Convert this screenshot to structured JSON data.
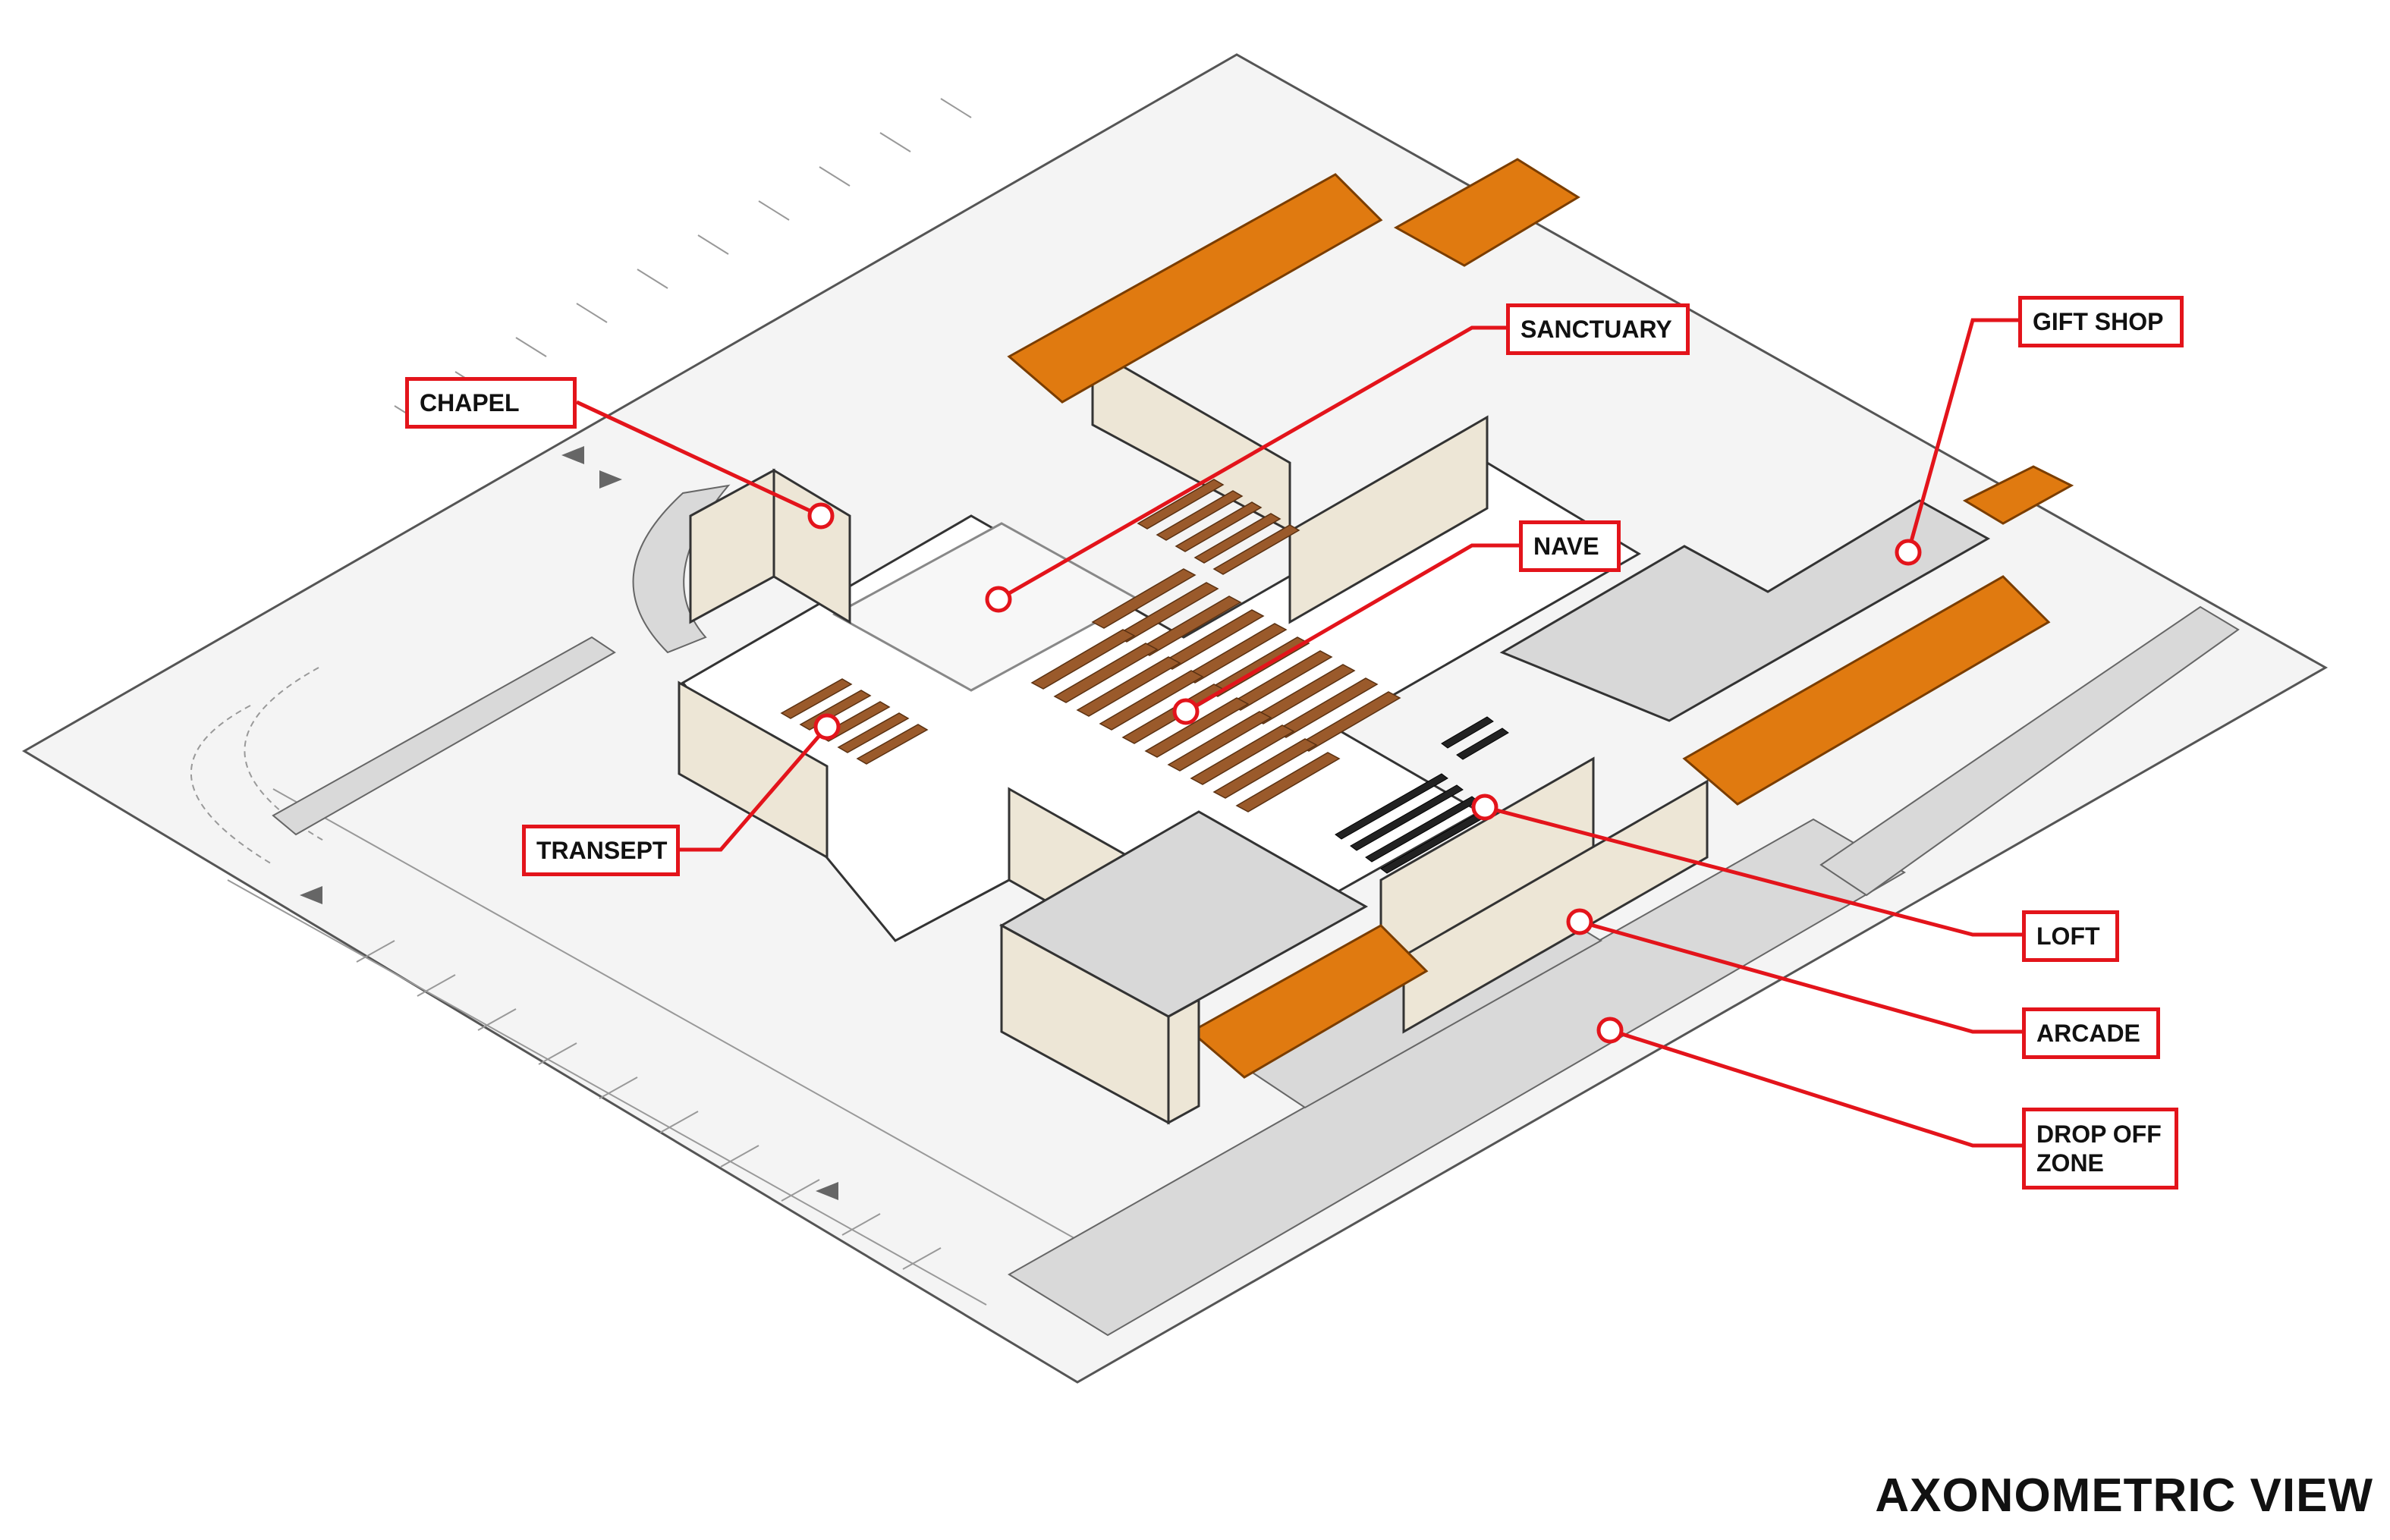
{
  "view_title": "AXONOMETRIC VIEW",
  "colors": {
    "callout": "#e3141b",
    "roof": "#e07a10",
    "wall": "#ede6d6",
    "floor": "#ffffff",
    "flat_roof": "#d8d8d8",
    "pew": "#9a5a2b",
    "gravel": "#d9d9d9",
    "pavement": "#eeeeee",
    "outline": "#333333"
  },
  "labels": [
    {
      "id": "chapel",
      "text": "CHAPEL"
    },
    {
      "id": "sanctuary",
      "text": "SANCTUARY"
    },
    {
      "id": "gift-shop",
      "text": "GIFT SHOP"
    },
    {
      "id": "nave",
      "text": "NAVE"
    },
    {
      "id": "transept",
      "text": "TRANSEPT"
    },
    {
      "id": "loft",
      "text": "LOFT"
    },
    {
      "id": "arcade",
      "text": "ARCADE"
    },
    {
      "id": "drop-off-zone",
      "text": "DROP OFF\nZONE"
    }
  ]
}
